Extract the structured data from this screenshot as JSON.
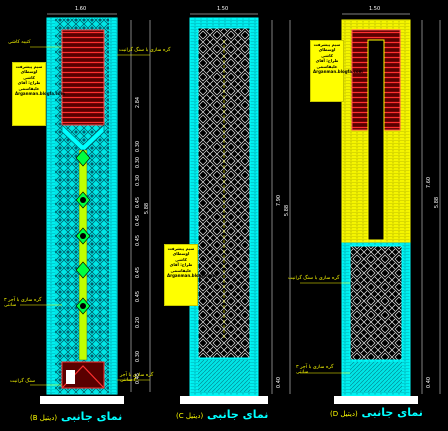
{
  "colors": {
    "background": "#000000",
    "facade_fill": "#00ffff",
    "accent_yellow": "#ffff00",
    "brick_red": "#ff3030",
    "pattern_white": "#ffffff",
    "dim_line": "#ffffff"
  },
  "panels": [
    {
      "id": "b",
      "top_width": "1.60",
      "side_dims": [
        "2.84",
        "0.30",
        "0.30",
        "0.30",
        "0.45",
        "0.45",
        "0.45",
        "0.45",
        "0.45",
        "0.20",
        "0.30",
        "0.45"
      ],
      "overall_dim": "5.88",
      "callouts_left": [
        "کتیبه کاشی",
        "گره سازی با آجر ۳ سانتی",
        "سنگ گرانیت"
      ],
      "callout_top_right": "گره سازی با سنگ گرانیت",
      "callout_bottom_right": "گره سازی با آجر ۳ سانتی",
      "stamp_lines": [
        "سیم پیشرفت اوسطای کاشی",
        "طراح: آقای علیقاسمی",
        "Arganman.blogfa.com"
      ],
      "title": "نمای جانبی",
      "title_sub": "(B دیتیل)"
    },
    {
      "id": "c",
      "top_width": "1.50",
      "side_dims": [
        "7.90",
        "5.88",
        "0.40"
      ],
      "stamp_lines": [
        "سیم پیشرفت اوسطای کاشی",
        "طراح: آقای علیقاسمی",
        "Arganman.blogfa.com"
      ],
      "title": "نمای جانبی",
      "title_sub": "(C دیتیل)"
    },
    {
      "id": "d",
      "top_width": "1.50",
      "side_dims": [
        "7.60",
        "5.88",
        "0.40"
      ],
      "callout_mid": "گره سازی با سنگ گرانیت",
      "callout_bottom": "گره سازی با آجر ۳ سانتی",
      "stamp_lines": [
        "سیم پیشرفت اوسطای کاشی",
        "طراح: آقای علیقاسمی",
        "Arganman.blogfa.com"
      ],
      "title": "نمای جانبی",
      "title_sub": "(D دیتیل)"
    }
  ]
}
